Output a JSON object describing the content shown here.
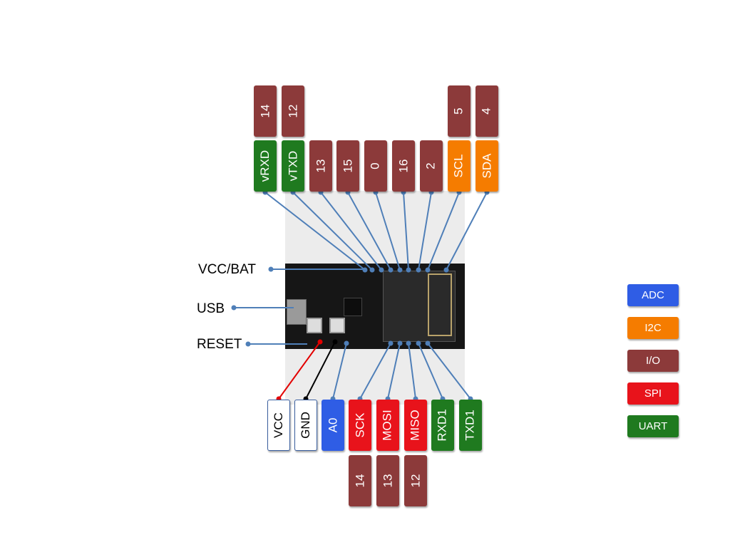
{
  "colors": {
    "io": "#8c3a3a",
    "uart": "#1f7a1f",
    "i2c": "#f57c00",
    "spi": "#e8131b",
    "adc": "#2f5de5",
    "line": "#4f7fb8",
    "vcc_wire": "#e30000",
    "gnd_wire": "#000000"
  },
  "top_gpio": [
    "14",
    "12",
    "5",
    "4"
  ],
  "top_pins": [
    "vRXD",
    "vTXD",
    "13",
    "15",
    "0",
    "16",
    "2",
    "SCL",
    "SDA"
  ],
  "side_labels": [
    "VCC/BAT",
    "USB",
    "RESET"
  ],
  "bottom_pins": [
    "VCC",
    "GND",
    "A0",
    "SCK",
    "MOSI",
    "MISO",
    "RXD1",
    "TXD1"
  ],
  "bottom_gpio": [
    "14",
    "13",
    "12"
  ],
  "legend": [
    "ADC",
    "I2C",
    "I/O",
    "SPI",
    "UART"
  ]
}
